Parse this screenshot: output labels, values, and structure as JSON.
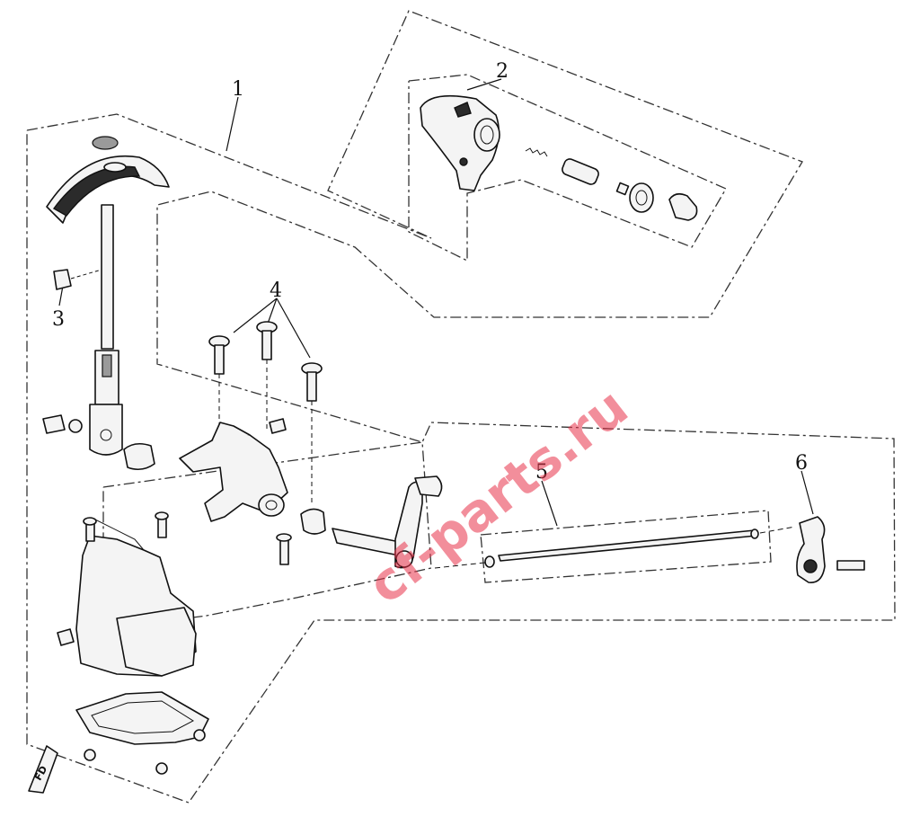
{
  "callouts": [
    {
      "id": "1",
      "label": "1"
    },
    {
      "id": "2",
      "label": "2"
    },
    {
      "id": "3",
      "label": "3"
    },
    {
      "id": "4",
      "label": "4"
    },
    {
      "id": "5",
      "label": "5"
    },
    {
      "id": "6",
      "label": "6"
    }
  ],
  "watermark": "cf-parts.ru",
  "badge": "FD",
  "colors": {
    "watermark": "#e8334a",
    "line": "#111111"
  }
}
